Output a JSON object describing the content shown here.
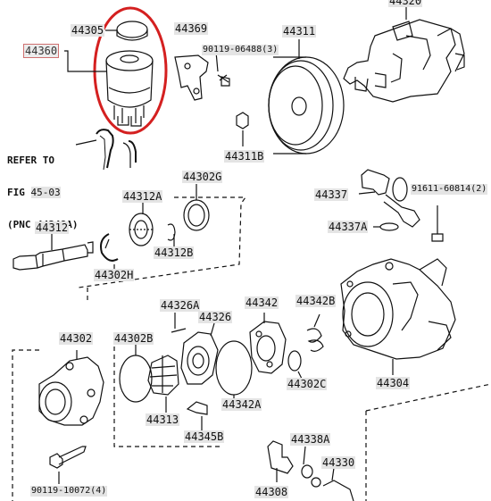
{
  "parts": {
    "p44360": "44360",
    "p44305": "44305",
    "p44369": "44369",
    "p90119_06488": "90119-06488(3)",
    "p44311": "44311",
    "p44320": "44320",
    "p44311B": "44311B",
    "p44302G": "44302G",
    "p44312A": "44312A",
    "p44312": "44312",
    "p44312B": "44312B",
    "p44302H": "44302H",
    "p44337": "44337",
    "p91611": "91611-60814(2)",
    "p44337A": "44337A",
    "p44326A": "44326A",
    "p44326": "44326",
    "p44342": "44342",
    "p44342B": "44342B",
    "p44302": "44302",
    "p44302B": "44302B",
    "p44313": "44313",
    "p44342A": "44342A",
    "p44302C": "44302C",
    "p44304": "44304",
    "p44345B": "44345B",
    "p44338A": "44338A",
    "p44330": "44330",
    "p44308": "44308",
    "p90119_10072": "90119-10072(4)"
  },
  "refer_note": {
    "line1": "REFER TO",
    "line2_prefix": "FIG ",
    "line2_ref": "45-03",
    "line3": "(PNC 44348A)"
  },
  "colors": {
    "highlight_circle": "#d42020",
    "label_bg": "#e4e4e4",
    "line": "#111111"
  }
}
